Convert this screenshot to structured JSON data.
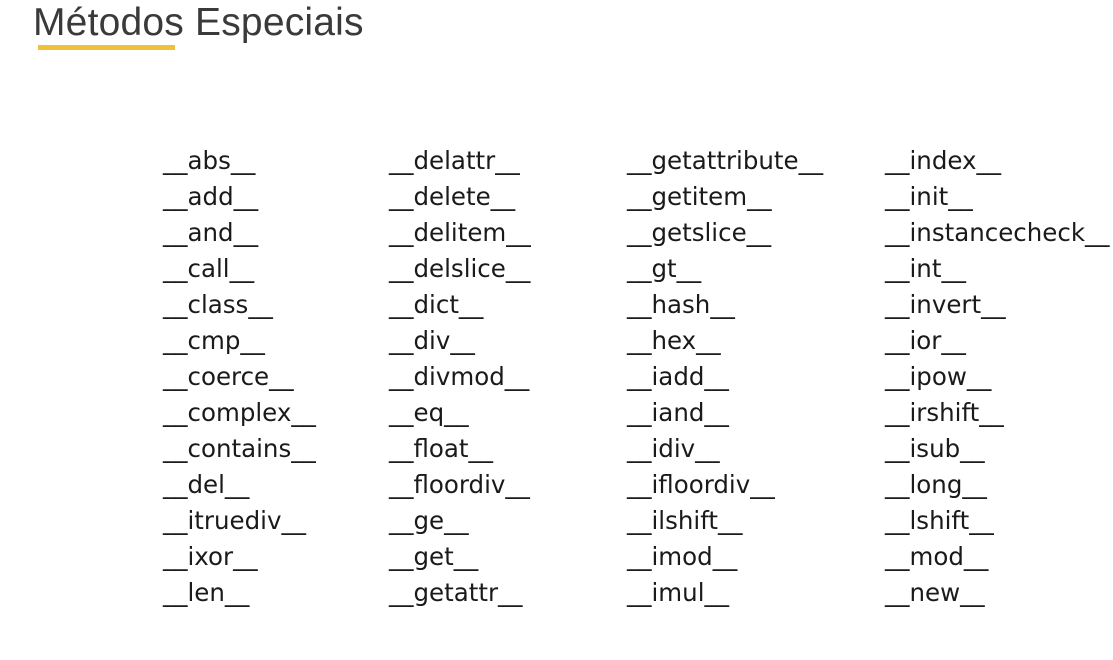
{
  "title": "Métodos Especiais",
  "accent_color": "#f0c03a",
  "columns": [
    [
      "__abs__",
      "__add__",
      "__and__",
      "__call__",
      "__class__",
      "__cmp__",
      "__coerce__",
      "__complex__",
      "__contains__",
      "__del__",
      "__itruediv__",
      "__ixor__",
      "__len__"
    ],
    [
      "__delattr__",
      "__delete__",
      "__delitem__",
      "__delslice__",
      "__dict__",
      "__div__",
      "__divmod__",
      "__eq__",
      "__float__",
      "__floordiv__",
      "__ge__",
      "__get__",
      "__getattr__"
    ],
    [
      "__getattribute__",
      "__getitem__",
      "__getslice__",
      "__gt__",
      "__hash__",
      "__hex__",
      "__iadd__",
      "__iand__",
      "__idiv__",
      "__ifloordiv__",
      "__ilshift__",
      "__imod__",
      "__imul__"
    ],
    [
      "__index__",
      "__init__",
      "__instancecheck__",
      "__int__",
      "__invert__",
      "__ior__",
      "__ipow__",
      "__irshift__",
      "__isub__",
      "__long__",
      "__lshift__",
      "__mod__",
      "__new__"
    ]
  ]
}
